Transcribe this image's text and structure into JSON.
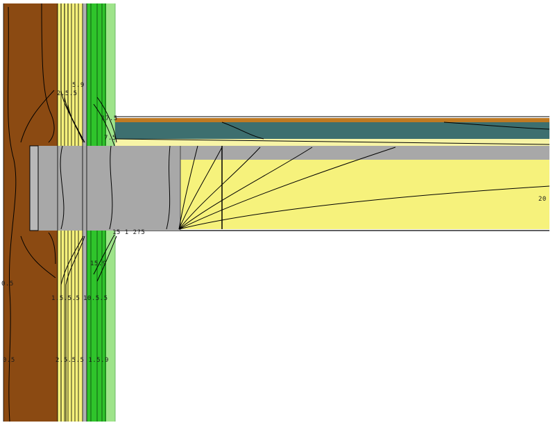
{
  "colors": {
    "masonry": "#8b4a12",
    "insulation": "#f6f27c",
    "insulation_pale": "#f7f4a6",
    "render_layer": "#2fc42b",
    "render_dark": "#158a14",
    "render_light": "#9ee48a",
    "concrete": "#a8a8a8",
    "membrane": "#3d6f6f",
    "roof_top_strip": "#c07a22",
    "isotherm": "#000000",
    "background": "#ffffff"
  },
  "isotherm_labels": {
    "wall_upper": "5.9",
    "wall_upper_b": "2.5.5",
    "wall_upper_c": "17.5",
    "slab_top": "7.5",
    "slab_bottom": "15 1 2?5",
    "wall_lower_a": "15.9",
    "wall_lower_b": "1.5.5.5",
    "wall_lower_c": "10.5.5",
    "outside_mid": "0.5",
    "outside_low": "0.5",
    "wall_foot": "2.5.5.5 1.5.9",
    "interior_right": "20"
  }
}
